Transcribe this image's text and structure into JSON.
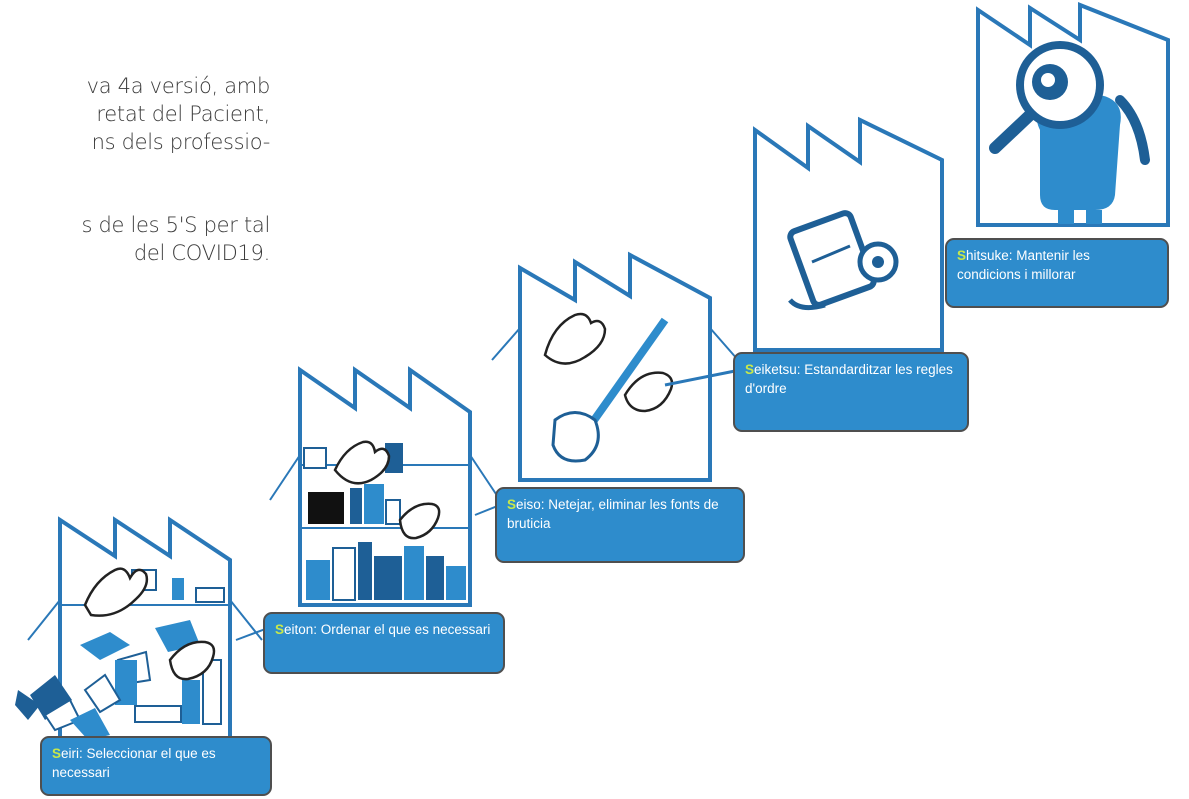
{
  "intro": {
    "lines": [
      "va 4a versió, amb",
      "retat del Pacient,",
      "ns dels professio-",
      "s de les 5'S per tal",
      "del COVID19."
    ]
  },
  "steps": [
    {
      "letter": "S",
      "rest": "eiri: Seleccionar el que es necessari",
      "icon": "sort-icon"
    },
    {
      "letter": "S",
      "rest": "eiton: Ordenar el que es necessari",
      "icon": "shelf-icon"
    },
    {
      "letter": "S",
      "rest": "eiso: Netejar, eliminar les fonts de bruticia",
      "icon": "mop-icon"
    },
    {
      "letter": "S",
      "rest": "eiketsu: Estandarditzar les regles d'ordre",
      "icon": "manual-icon"
    },
    {
      "letter": "S",
      "rest": "hitsuke: Mantenir les condicions i millorar",
      "icon": "magnifier-icon"
    }
  ],
  "colors": {
    "box": "#2e8ccc",
    "border": "#4f4f4f",
    "factory_outline": "#2a78b8",
    "s_letter": "#c8e84a"
  }
}
